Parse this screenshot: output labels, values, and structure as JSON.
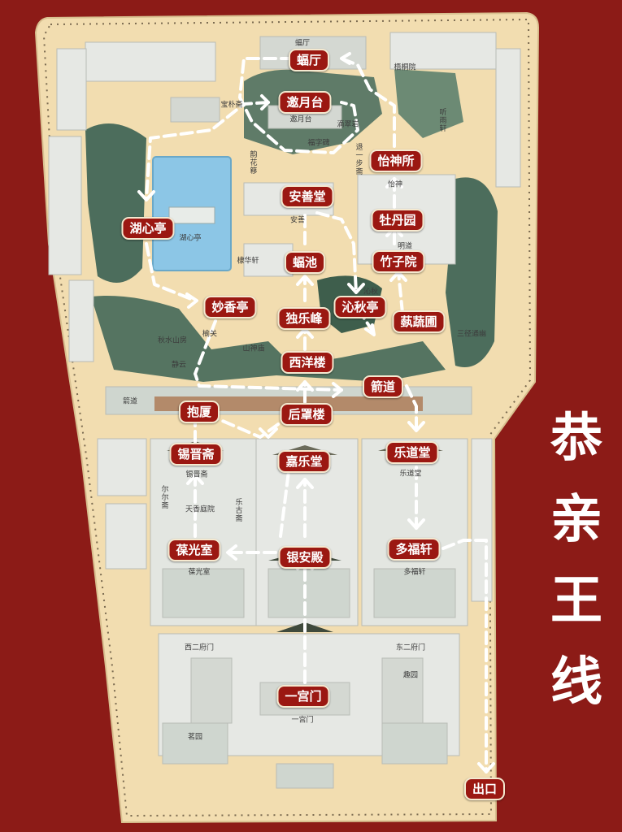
{
  "title_chars": [
    "恭",
    "亲",
    "王",
    "线"
  ],
  "colors": {
    "background": "#8c1b17",
    "map_paper": "#f2ddb0",
    "label_fill": "#9b1812",
    "route_line": "#ffffff",
    "pond": "#8cc6e6",
    "garden_green": "#4c6d5c",
    "building": "#e6e8e4",
    "building_roof": "#d4d8d2"
  },
  "spots": {
    "bianting": "蝠厅",
    "yaoyuetai": "邀月台",
    "yishensuo": "怡神所",
    "anshantang": "安善堂",
    "huxinting": "湖心亭",
    "mudanyuan": "牡丹园",
    "bichi": "蝠池",
    "zhuziyuan": "竹子院",
    "miaoxiangting": "妙香亭",
    "qinqiuting": "沁秋亭",
    "dulefeng": "独乐峰",
    "ruishupu": "蓺蔬圃",
    "xiyanglou": "西洋楼",
    "jiandao": "箭道",
    "baosha": "抱厦",
    "houzhaolou": "后罩楼",
    "xijinzhai": "锡晋斋",
    "jialetang": "嘉乐堂",
    "ledaotang": "乐道堂",
    "baoguangshi": "葆光室",
    "yinandian": "银安殿",
    "duofuxuan": "多福轩",
    "yigongmen": "一宫门",
    "exit": "出口"
  },
  "plaques": {
    "bianting_sub": "蝠厅",
    "tongyin": "梧桐院",
    "yaoyue_sub": "邀月台",
    "fuzibei": "福字碑",
    "baopuzhai": "宝朴斋",
    "huxin_sub": "湖心亭",
    "anshan_sub": "安善",
    "dishuiting": "滴翠岩",
    "lihuaxuan": "棣华轩",
    "qiushuishan": "秋水山房",
    "shanshenmiao": "山神庙",
    "yuxiang": "榆关",
    "jingyuan": "静云",
    "mingdao": "明道",
    "qinqiu_sub": "沁秋",
    "sanjing": "三径通幽",
    "tianxiang": "天香庭院",
    "xijin_sub": "锡晋斋",
    "ledao_sub": "乐道堂",
    "duofu_sub": "多福轩",
    "baoguang_sub": "葆光室",
    "xi_erfumen": "西二府门",
    "dong_erfumen": "东二府门",
    "qu_yuan": "趣园",
    "yigong_sub": "一宫门",
    "ming_yuan": "茗园",
    "erlezhai": "尔尔斋",
    "leguzhai": "乐古斋",
    "jiandao_sub": "箭道",
    "tingyuxuan": "听雨轩",
    "yunhuaxi": "韵花簃",
    "tuiyibu": "退一步斋",
    "yishen_sub": "怡神"
  }
}
